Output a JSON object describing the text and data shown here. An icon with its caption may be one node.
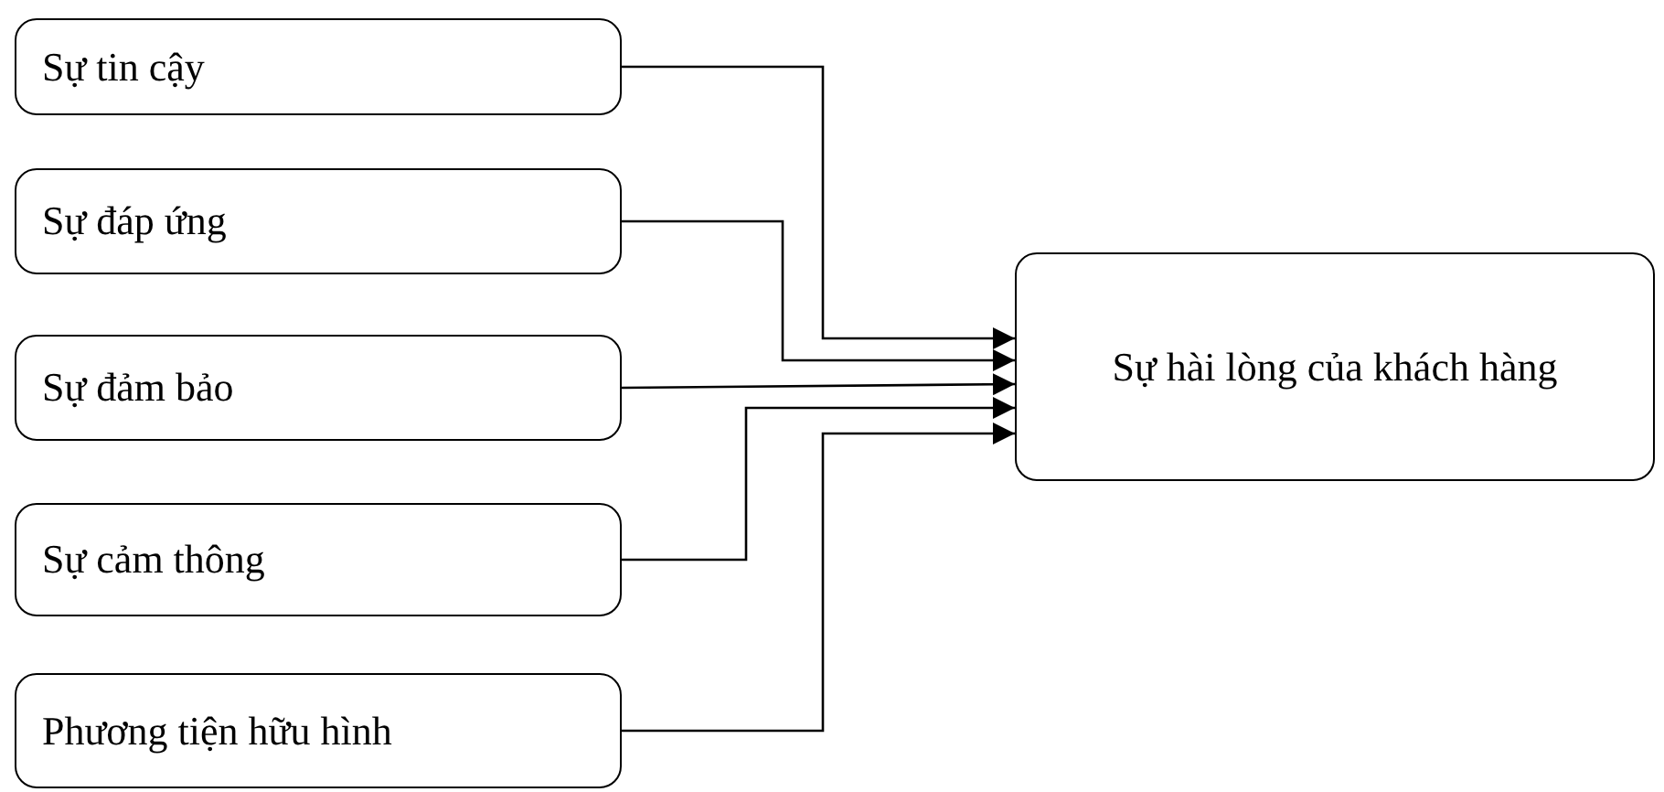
{
  "diagram": {
    "nodes": [
      {
        "text": [
          "Sự tin cậy"
        ]
      },
      {
        "text": [
          "Sự đáp ứng"
        ]
      },
      {
        "text": [
          "Sự đảm bảo"
        ]
      },
      {
        "text": [
          "Sự cảm thông"
        ]
      },
      {
        "text": [
          "Phương tiện hữu hình"
        ]
      },
      {
        "text": [
          "Sự hài lòng của khách hàng"
        ]
      }
    ],
    "edges": [
      {
        "from": 0,
        "to": 5,
        "arrow": "to"
      },
      {
        "from": 1,
        "to": 5,
        "arrow": "to"
      },
      {
        "from": 2,
        "to": 5,
        "arrow": "to"
      },
      {
        "from": 3,
        "to": 5,
        "arrow": "to"
      },
      {
        "from": 4,
        "to": 5,
        "arrow": "to"
      }
    ]
  }
}
